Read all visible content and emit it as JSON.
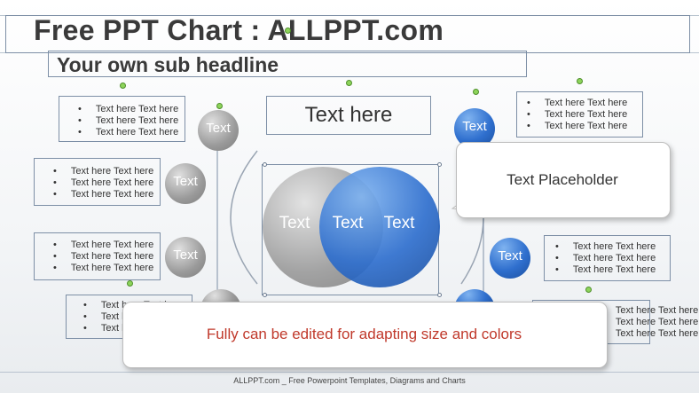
{
  "header": {
    "title": "Free PPT Chart : ALLPPT.com",
    "subtitle": "Your own sub headline"
  },
  "diagram": {
    "center_label": "Text here",
    "circle_label": "Text",
    "bullet_item": "Text here Text here"
  },
  "callouts": {
    "placeholder": "Text Placeholder",
    "banner": "Fully can be edited for adapting size and colors"
  },
  "footer": {
    "text": "ALLPPT.com _ Free Powerpoint Templates, Diagrams and Charts"
  },
  "colors": {
    "gray_circle": "#9a9a9a",
    "blue_circle": "#2f6fce",
    "banner_text": "#c0392b"
  }
}
